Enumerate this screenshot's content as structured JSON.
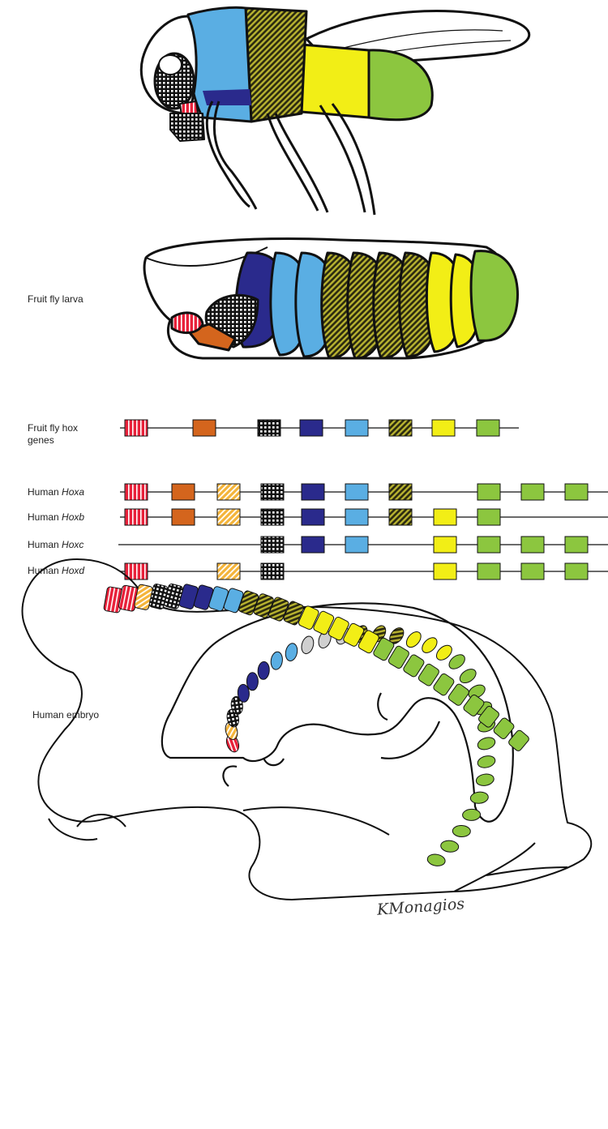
{
  "labels": {
    "larva": "Fruit fly larva",
    "fly_hox": "Fruit fly hox genes",
    "human_prefix": "Human",
    "embryo": "Human embryo"
  },
  "gene_rows": [
    {
      "prefix": "Human",
      "name": "Hoxa",
      "genes": [
        "red",
        "orange",
        "orange-hatch",
        "black-grid",
        "navy",
        "lightblue",
        "olive-hatch",
        "green",
        "green",
        "green"
      ]
    },
    {
      "prefix": "Human",
      "name": "Hoxb",
      "genes": [
        "red",
        "orange",
        "orange-hatch",
        "black-grid",
        "navy",
        "lightblue",
        "olive-hatch",
        "yellow",
        "green"
      ]
    },
    {
      "prefix": "Human",
      "name": "Hoxc",
      "genes": [
        "black-grid",
        "navy",
        "lightblue",
        "yellow",
        "green",
        "green",
        "green"
      ]
    },
    {
      "prefix": "Human",
      "name": "Hoxd",
      "genes": [
        "red",
        "orange-hatch",
        "black-grid",
        "yellow",
        "green",
        "green",
        "green"
      ]
    }
  ],
  "fly_genes": [
    "red",
    "orange",
    "black-grid",
    "navy",
    "lightblue",
    "olive-hatch",
    "yellow",
    "green"
  ],
  "colors": {
    "red": "#e8213a",
    "orange": "#d4651d",
    "orange-hatch": "#f4b43a",
    "black-grid": "#111111",
    "navy": "#2a2a8c",
    "lightblue": "#5aaee3",
    "olive-hatch": "#8f8a1e",
    "yellow": "#f2ee16",
    "green": "#8cc63f",
    "grey": "#cfcfcf"
  },
  "signature": "KMonagios"
}
